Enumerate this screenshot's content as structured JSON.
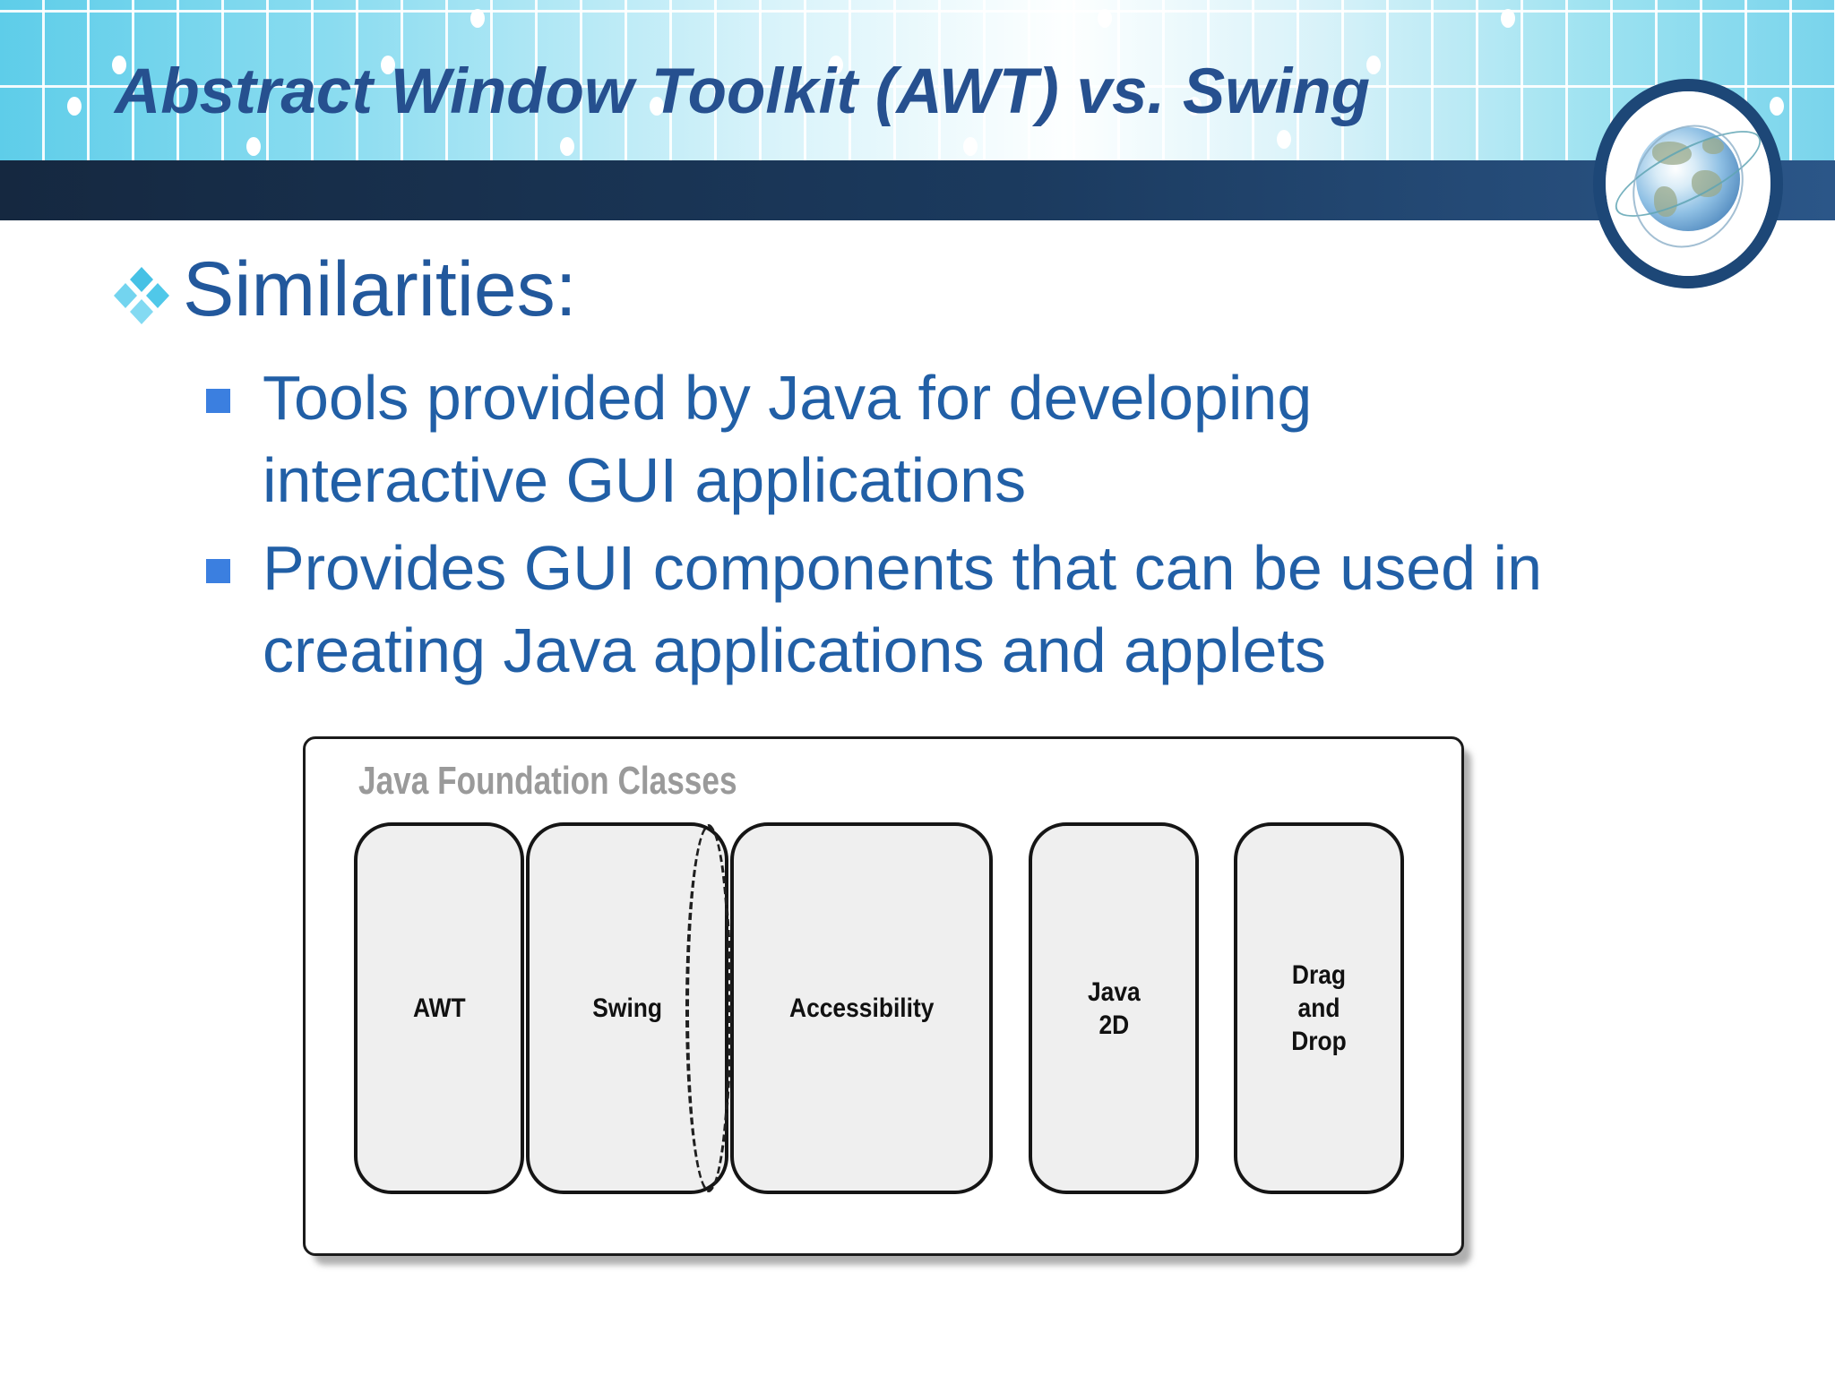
{
  "slide": {
    "title": "Abstract Window Toolkit (AWT) vs. Swing",
    "heading": "Similarities:",
    "bullets": [
      "Tools provided by Java for developing\ninteractive GUI applications",
      "Provides GUI components that can be used in\ncreating Java applications and applets"
    ]
  },
  "diagram": {
    "label": "Java Foundation Classes",
    "boxes": [
      {
        "id": "awt",
        "label": "AWT"
      },
      {
        "id": "swing",
        "label": "Swing"
      },
      {
        "id": "accessibility",
        "label": "Accessibility"
      },
      {
        "id": "java-2d",
        "label": "Java\n2D"
      },
      {
        "id": "drag-and-drop",
        "label": "Drag\nand\nDrop"
      }
    ]
  },
  "icons": {
    "heading_bullet": "four-diamond-bullet",
    "list_bullet": "square-bullet",
    "logo": "globe-with-orbits"
  },
  "colors": {
    "header_gradient_left": "#5ecde9",
    "header_gradient_middle": "#fdffff",
    "header_gradient_right": "#79d4ec",
    "grid_line": "#ffffff",
    "navy_bar_left": "#152840",
    "navy_bar_right": "#2b5688",
    "title_text": "#26508f",
    "heading_text": "#22589c",
    "body_text": "#215fa6",
    "square_bullet": "#3b7fe0",
    "diamond_bullet_cyan": "#46c1e5",
    "diagram_label_gray": "#9a9a9a",
    "diagram_box_fill": "#efefef",
    "diagram_box_border": "#151515",
    "globe_ring": "#1d4777"
  }
}
